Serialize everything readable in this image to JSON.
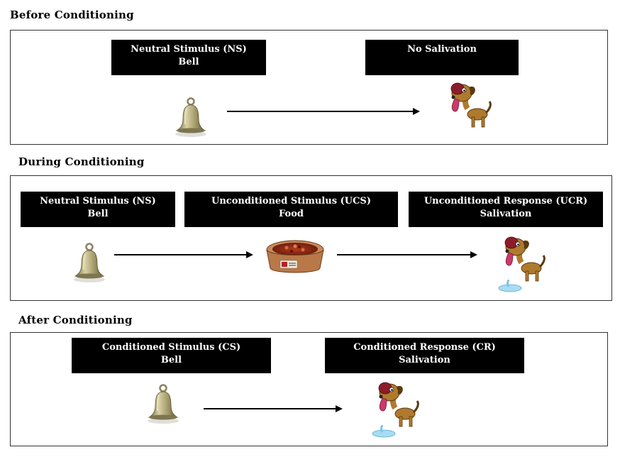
{
  "sections": [
    {
      "heading": "Before Conditioning",
      "labels": [
        {
          "line1": "Neutral Stimulus (NS)",
          "line2": "Bell"
        },
        {
          "line1": "No Salivation",
          "line2": ""
        }
      ],
      "icons": [
        "bell-icon",
        "dog-icon"
      ]
    },
    {
      "heading": "During Conditioning",
      "labels": [
        {
          "line1": "Neutral Stimulus (NS)",
          "line2": "Bell"
        },
        {
          "line1": "Unconditioned Stimulus (UCS)",
          "line2": "Food"
        },
        {
          "line1": "Unconditioned Response (UCR)",
          "line2": "Salivation"
        }
      ],
      "icons": [
        "bell-icon",
        "food-bowl-icon",
        "salivating-dog-icon"
      ]
    },
    {
      "heading": "After Conditioning",
      "labels": [
        {
          "line1": "Conditioned Stimulus (CS)",
          "line2": "Bell"
        },
        {
          "line1": "Conditioned Response (CR)",
          "line2": "Salivation"
        }
      ],
      "icons": [
        "bell-icon",
        "salivating-dog-icon"
      ]
    }
  ],
  "colors": {
    "label_bg": "#000000",
    "label_text": "#ffffff",
    "bell": "#a39a6a",
    "dog": "#b07a2e",
    "tongue": "#c83a6a",
    "bowl": "#c98a5a",
    "drool": "#7fc4e8"
  }
}
